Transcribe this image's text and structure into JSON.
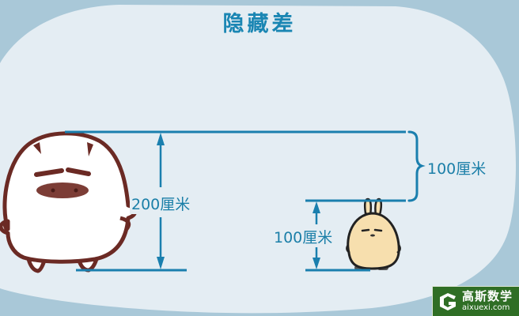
{
  "title": "隐藏差",
  "labels": {
    "big_height": "200厘米",
    "difference": "100厘米",
    "small_height": "100厘米"
  },
  "logo": {
    "name_cn": "高斯数学",
    "url_text": "aixuexi.com"
  },
  "colors": {
    "background_outer": "#a9c8d8",
    "panel": "#e4edf3",
    "accent_line": "#1a7fae",
    "title": "#1a86b3",
    "big_character_outline": "#6b2a24",
    "small_character_fill": "#f7dfae",
    "logo_bg": "#2f6e25"
  }
}
